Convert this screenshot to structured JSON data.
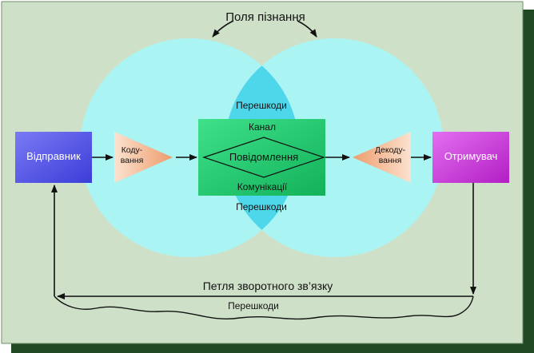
{
  "title": "Поля пізнання",
  "sender": "Відправник",
  "encoding": [
    "Коду-",
    "вання"
  ],
  "channel": "Канал",
  "message": "Повідомлення",
  "communications": "Комунікації",
  "decoding": [
    "Декоду-",
    "вання"
  ],
  "receiver": "Отримувач",
  "noise": {
    "top": "Перешкоди",
    "bottom": "Перешкоди",
    "feedback": "Перешкоди"
  },
  "feedback_loop": "Петля зворотного зв’язку",
  "colors": {
    "background": "#cfe0c9",
    "field": "#aaf5f3",
    "overlap": "#4ed6ea",
    "sender": "#5d5ee8",
    "receiver": "#c93fd6",
    "channel": "#1fc96d",
    "codec": "#f2b189",
    "frame": "#1f4a22"
  }
}
